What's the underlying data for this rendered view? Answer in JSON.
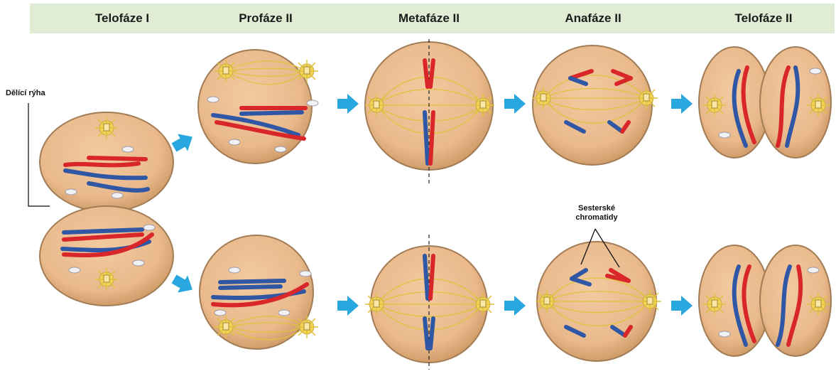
{
  "header": {
    "phases": [
      "Telofáze I",
      "Profáze II",
      "Metafáze II",
      "Anafáze II",
      "Telofáze II"
    ]
  },
  "labels": {
    "cleavage_furrow": "Dělící rýha",
    "sister_chromatids_line1": "Sesterské",
    "sister_chromatids_line2": "chromatidy"
  },
  "colors": {
    "header_bg": "#e1ecd4",
    "cell_fill": "#e9b98b",
    "cell_edge": "#a27c55",
    "spindle": "#e1c23c",
    "chromatid_red": "#d9262b",
    "chromatid_blue": "#2f57a5",
    "arrow": "#29a8e0"
  }
}
